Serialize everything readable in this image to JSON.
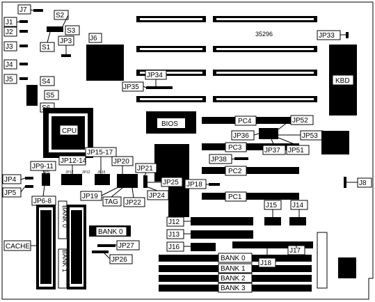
{
  "board": {
    "part_number": "35296",
    "jumpers": {
      "j1": "J1",
      "j2": "J2",
      "j3": "J3",
      "j4": "J4",
      "j5": "J5",
      "j6": "J6",
      "j7": "J7",
      "j8": "J8",
      "j12": "J12",
      "j13": "J13",
      "j14": "J14",
      "j15": "J15",
      "j16": "J16",
      "j17": "J17",
      "j18": "J18",
      "s1": "S1",
      "s2": "S2",
      "s3": "S3",
      "s4": "S4",
      "s5": "S5",
      "s6": "S6",
      "jp3": "JP3",
      "jp4": "JP4",
      "jp5": "JP5",
      "jp6_8": "JP6-8",
      "jp9_11": "JP9-11",
      "jp12_14": "JP12-14",
      "jp15_17": "JP15-17",
      "jp18": "JP18",
      "jp19": "JP19",
      "jp20": "JP20",
      "jp21": "JP21",
      "jp22": "JP22",
      "jp24": "JP24",
      "jp25": "JP25",
      "jp26": "JP26",
      "jp27": "JP27",
      "jp33": "JP33",
      "jp34": "JP34",
      "jp35": "JP35",
      "jp36": "JP36",
      "jp37": "JP37",
      "jp38": "JP38",
      "jp51": "JP51",
      "jp52": "JP52",
      "jp53": "JP53"
    },
    "components": {
      "kbd": "KBD",
      "bios": "BIOS",
      "cpu": "CPU",
      "tag": "TAG",
      "cache": "CACHE",
      "pc1": "PC1",
      "pc2": "PC2",
      "pc3": "PC3",
      "pc4": "PC4",
      "bank0_cache": "BANK 0",
      "bank1_cache": "BANK 1",
      "bank0_small": "BANK 0",
      "simm_bank0": "BANK 0",
      "simm_bank1": "BANK 1",
      "simm_bank2": "BANK 2",
      "simm_bank3": "BANK 3"
    },
    "tiny_labels": {
      "jp6": "JP6",
      "jp9": "JP9",
      "jp12": "JP12",
      "jp15": "JP15"
    }
  }
}
